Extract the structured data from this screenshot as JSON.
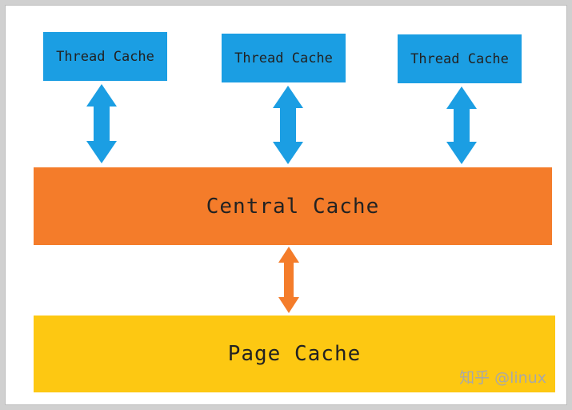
{
  "thread_caches": [
    {
      "label": "Thread Cache"
    },
    {
      "label": "Thread Cache"
    },
    {
      "label": "Thread Cache"
    }
  ],
  "central_cache": {
    "label": "Central Cache"
  },
  "page_cache": {
    "label": "Page Cache"
  },
  "watermark": {
    "text": "知乎 @linux"
  },
  "colors": {
    "thread": "#1b9ee3",
    "central": "#f47c2a",
    "page": "#fdc812",
    "arrow_blue": "#1b9ee3",
    "arrow_orange": "#f47c2a"
  }
}
